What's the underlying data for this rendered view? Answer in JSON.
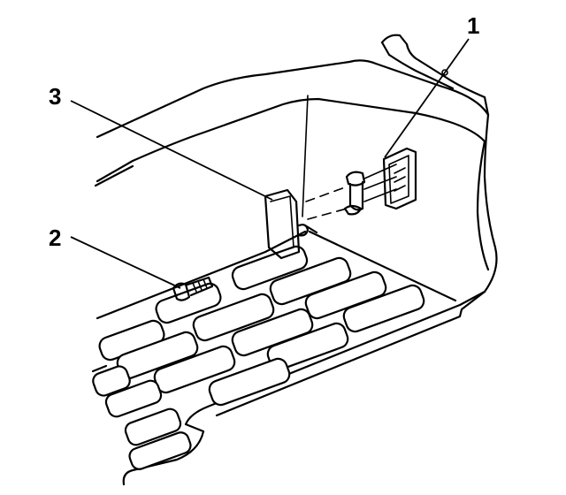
{
  "diagram": {
    "callouts": [
      {
        "id": "1",
        "text": "1"
      },
      {
        "id": "2",
        "text": "2"
      },
      {
        "id": "3",
        "text": "3"
      }
    ]
  }
}
